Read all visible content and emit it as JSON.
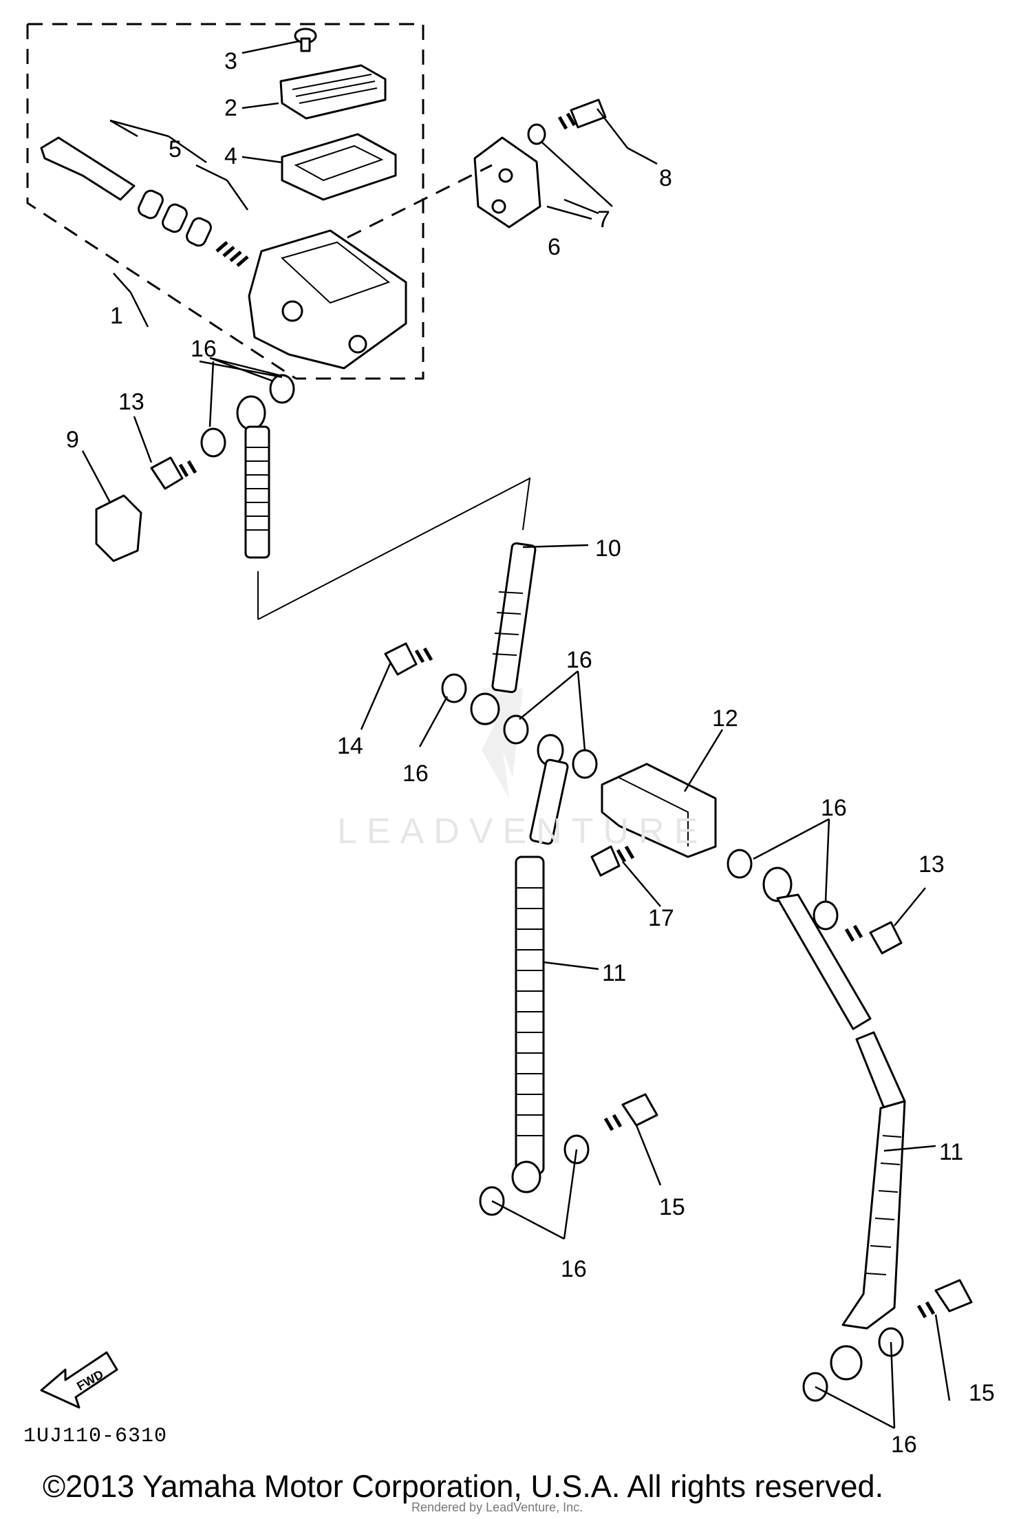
{
  "diagram_code": "1UJ110-6310",
  "copyright": "©2013 Yamaha Motor Corporation, U.S.A. All rights reserved.",
  "watermark": "LEADVENTURE",
  "render_credit": "Rendered by LeadVenture, Inc.",
  "fwd_label": "FWD",
  "callouts": [
    "1",
    "2",
    "3",
    "4",
    "5",
    "6",
    "7",
    "8",
    "9",
    "10",
    "11",
    "12",
    "13",
    "14",
    "15",
    "16",
    "17"
  ]
}
